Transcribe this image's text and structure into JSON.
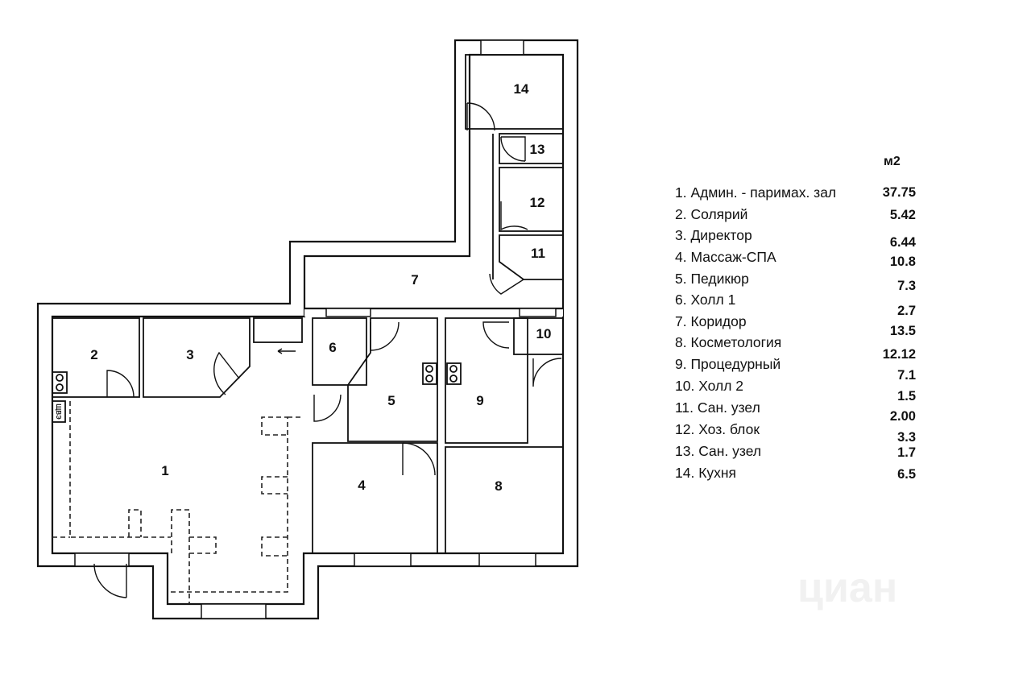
{
  "legend": {
    "unit": "м2",
    "rooms": [
      {
        "label": "1. Админ. - паримах. зал",
        "area": "37.75"
      },
      {
        "label": "2. Солярий",
        "area": "5.42"
      },
      {
        "label": "3. Директор",
        "area": "6.44"
      },
      {
        "label": "4. Массаж-СПА",
        "area": "10.8"
      },
      {
        "label": "5. Педикюр",
        "area": "7.3"
      },
      {
        "label": "6. Холл 1",
        "area": "2.7"
      },
      {
        "label": "7. Коридор",
        "area": "13.5"
      },
      {
        "label": "8. Косметология",
        "area": "12.12"
      },
      {
        "label": "9. Процедурный",
        "area": "7.1"
      },
      {
        "label": "10. Холл 2",
        "area": "1.5"
      },
      {
        "label": "11. Сан. узел",
        "area": "2.00"
      },
      {
        "label": "12. Хоз. блок",
        "area": "3.3"
      },
      {
        "label": "13. Сан. узел",
        "area": "1.7"
      },
      {
        "label": "14. Кухня",
        "area": "6.5"
      }
    ]
  },
  "plan": {
    "room_numbers": [
      "1",
      "2",
      "3",
      "4",
      "5",
      "6",
      "7",
      "8",
      "9",
      "10",
      "11",
      "12",
      "13",
      "14"
    ],
    "panel_label": "ЩВЭ"
  },
  "watermark": "циан"
}
